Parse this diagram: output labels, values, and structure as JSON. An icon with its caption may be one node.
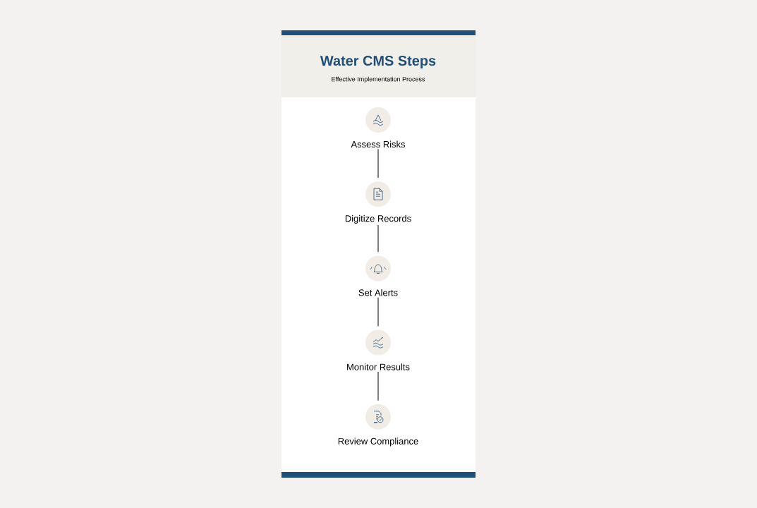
{
  "diagram": {
    "title": "Water CMS Steps",
    "nodes": [
      {
        "text": [
          "Assess Risks"
        ]
      },
      {
        "text": [
          "Digitize Records"
        ]
      },
      {
        "text": [
          "Set Alerts"
        ]
      },
      {
        "text": [
          "Monitor Results"
        ]
      },
      {
        "text": [
          "Review Compliance"
        ]
      }
    ],
    "edges": [
      {
        "from": 0,
        "to": 1,
        "arrow": "none"
      },
      {
        "from": 1,
        "to": 2,
        "arrow": "none"
      },
      {
        "from": 2,
        "to": 3,
        "arrow": "none"
      },
      {
        "from": 3,
        "to": 4,
        "arrow": "none"
      }
    ],
    "labels": [
      "Effective Implementation Process"
    ]
  }
}
